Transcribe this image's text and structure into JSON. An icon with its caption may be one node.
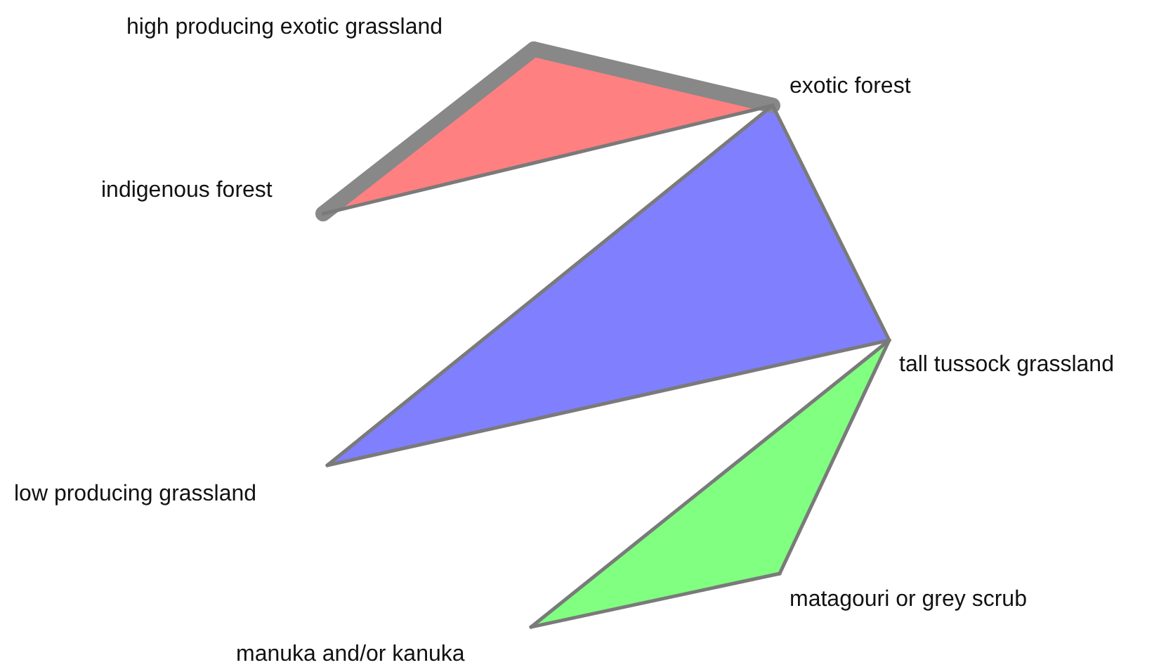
{
  "diagram": {
    "nodes": [
      {
        "text": [
          "high producing exotic grassland"
        ]
      },
      {
        "text": [
          "exotic forest"
        ]
      },
      {
        "text": [
          "indigenous forest"
        ]
      },
      {
        "text": [
          "tall tussock grassland"
        ]
      },
      {
        "text": [
          "low producing grassland"
        ]
      },
      {
        "text": [
          "matagouri or grey scrub"
        ]
      },
      {
        "text": [
          "manuka and/or kanuka"
        ]
      }
    ],
    "edges": [
      {
        "from": 0,
        "to": 1,
        "arrow": "none",
        "style": "thick"
      },
      {
        "from": 0,
        "to": 2,
        "arrow": "none",
        "style": "thick"
      },
      {
        "from": 2,
        "to": 1,
        "arrow": "none"
      },
      {
        "from": 1,
        "to": 3,
        "arrow": "none"
      },
      {
        "from": 3,
        "to": 4,
        "arrow": "none"
      },
      {
        "from": 4,
        "to": 1,
        "arrow": "none"
      },
      {
        "from": 3,
        "to": 5,
        "arrow": "none"
      },
      {
        "from": 5,
        "to": 6,
        "arrow": "none"
      },
      {
        "from": 6,
        "to": 3,
        "arrow": "none"
      }
    ]
  }
}
